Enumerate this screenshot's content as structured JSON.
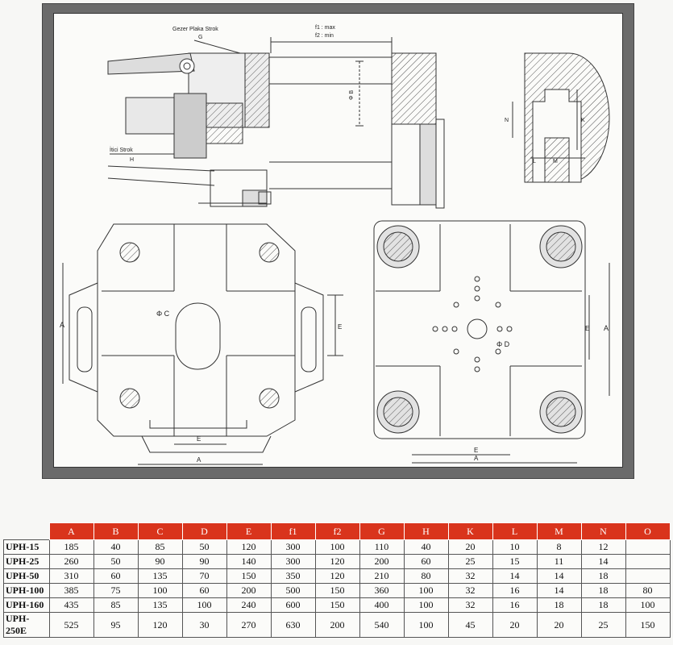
{
  "drawing": {
    "labels": {
      "gezer_plaka_strok": "Gezer Plaka Strok",
      "g": "G",
      "f1": "f1 : max",
      "f2": "f2 : min",
      "phi_b": "Φ B",
      "itici_strok": "İtici Strok",
      "h": "H",
      "n": "N",
      "k": "K",
      "l": "L",
      "m": "M",
      "phi_c": "Φ C",
      "phi_d": "Φ D",
      "a_left": "A",
      "e_left_side": "E",
      "e_left_bottom": "E",
      "a_left_bottom": "A",
      "e_right_side": "E",
      "a_right_side": "A",
      "e_right_bottom": "E",
      "a_right_bottom": "A"
    }
  },
  "table": {
    "headers": [
      "A",
      "B",
      "C",
      "D",
      "E",
      "f1",
      "f2",
      "G",
      "H",
      "K",
      "L",
      "M",
      "N",
      "O"
    ],
    "rows": [
      {
        "model": "UPH-15",
        "values": [
          "185",
          "40",
          "85",
          "50",
          "120",
          "300",
          "100",
          "110",
          "40",
          "20",
          "10",
          "8",
          "12",
          ""
        ]
      },
      {
        "model": "UPH-25",
        "values": [
          "260",
          "50",
          "90",
          "90",
          "140",
          "300",
          "120",
          "200",
          "60",
          "25",
          "15",
          "11",
          "14",
          ""
        ]
      },
      {
        "model": "UPH-50",
        "values": [
          "310",
          "60",
          "135",
          "70",
          "150",
          "350",
          "120",
          "210",
          "80",
          "32",
          "14",
          "14",
          "18",
          ""
        ]
      },
      {
        "model": "UPH-100",
        "values": [
          "385",
          "75",
          "100",
          "60",
          "200",
          "500",
          "150",
          "360",
          "100",
          "32",
          "16",
          "14",
          "18",
          "80"
        ]
      },
      {
        "model": "UPH-160",
        "values": [
          "435",
          "85",
          "135",
          "100",
          "240",
          "600",
          "150",
          "400",
          "100",
          "32",
          "16",
          "18",
          "18",
          "100"
        ]
      },
      {
        "model": "UPH-250E",
        "values": [
          "525",
          "95",
          "120",
          "30",
          "270",
          "630",
          "200",
          "540",
          "100",
          "45",
          "20",
          "20",
          "25",
          "150"
        ]
      }
    ]
  }
}
